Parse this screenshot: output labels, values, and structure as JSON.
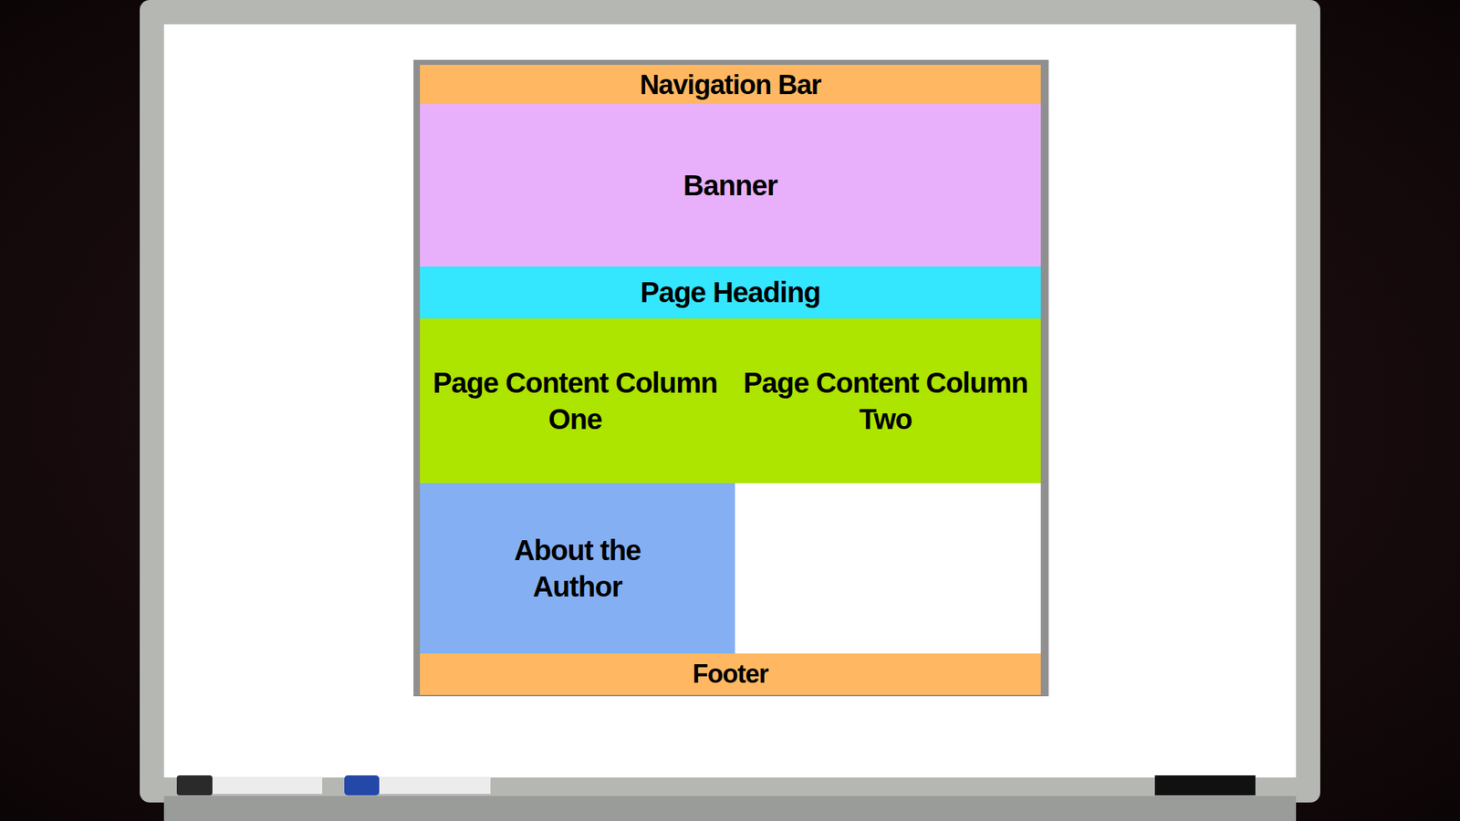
{
  "diagram": {
    "nodes": [
      {
        "text": [
          "Navigation Bar"
        ]
      },
      {
        "text": [
          "Banner"
        ]
      },
      {
        "text": [
          "Page Heading"
        ]
      },
      {
        "text": [
          "Page Content Column One",
          "Page Content Column Two"
        ]
      },
      {
        "text": [
          "About the Author"
        ]
      },
      {
        "text": [
          "Footer"
        ]
      }
    ]
  }
}
